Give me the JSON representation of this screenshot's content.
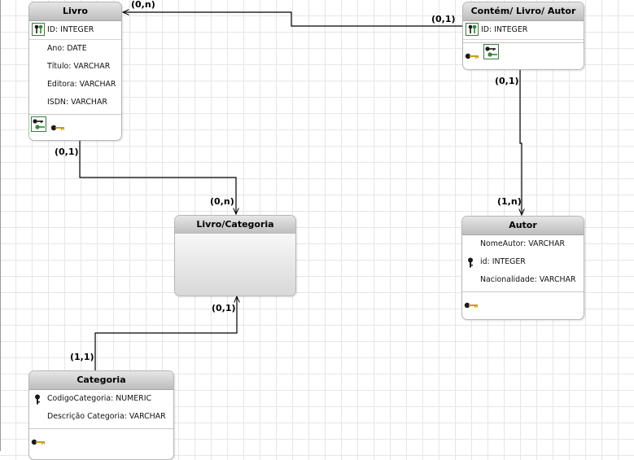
{
  "entities": {
    "livro": {
      "title": "Livro",
      "attributes": [
        "ID: INTEGER",
        "Ano: DATE",
        "Título: VARCHAR",
        "Editora: VARCHAR",
        "ISDN: VARCHAR"
      ]
    },
    "contem": {
      "title": "Contém/ Livro/ Autor",
      "attributes": [
        "ID: INTEGER"
      ]
    },
    "livro_categoria": {
      "title": "Livro/Categoria",
      "attributes": []
    },
    "autor": {
      "title": "Autor",
      "attributes": [
        "NomeAutor: VARCHAR",
        "id: INTEGER",
        "Nacionalidade: VARCHAR"
      ]
    },
    "categoria": {
      "title": "Categoria",
      "attributes": [
        "CodigoCategoria: NUMERIC",
        "Descrição Categoria: VARCHAR"
      ]
    }
  },
  "relationships": [
    {
      "from": "Contém/ Livro/ Autor",
      "to": "Livro",
      "from_cardinality": "(0,1)",
      "to_cardinality": "(0,n)"
    },
    {
      "from": "Contém/ Livro/ Autor",
      "to": "Autor",
      "from_cardinality": "(0,1)",
      "to_cardinality": "(1,n)"
    },
    {
      "from": "Livro",
      "to": "Livro/Categoria",
      "from_cardinality": "(0,1)",
      "to_cardinality": "(0,n)"
    },
    {
      "from": "Categoria",
      "to": "Livro/Categoria",
      "from_cardinality": "(1,1)",
      "to_cardinality": "(0,1)"
    }
  ],
  "icons": {
    "pk": "primary-key-icon",
    "fk": "foreign-key-icon",
    "key": "key-icon"
  },
  "colors": {
    "header_top": "#e6e6e6",
    "header_bottom": "#bdbdbd",
    "key_gold": "#c8a000",
    "key_green": "#2e8b2e",
    "grid": "#e6e6e6"
  }
}
